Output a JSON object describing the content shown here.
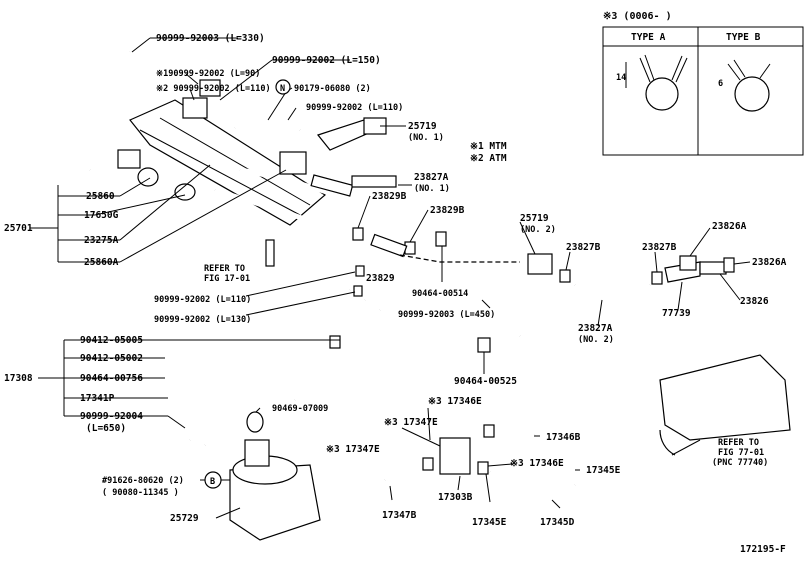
{
  "diagram_id": "172195-F",
  "type_box": {
    "title": "※3 (0006-     )",
    "type_a": "TYPE A",
    "type_b": "TYPE B",
    "dim_a": "14",
    "dim_b": "6"
  },
  "notes": {
    "mtm": "※1 MTM",
    "atm": "※2 ATM"
  },
  "labels": {
    "p_90999_92003_330": "90999-92003 (L=330)",
    "p_90999_92002_150": "90999-92002 (L=150)",
    "p_90999_92002_90": "※190999-92002 (L=90)",
    "p_90999_92002_110a": "※2 90999-92002 (L=110)",
    "p_90179_06080": "90179-06080 (2)",
    "circle_n": "N",
    "p_90999_92002_110b": "90999-92002 (L=110)",
    "p_25719_1": "25719",
    "p_25719_1_sub": "(NO. 1)",
    "p_23827A_1": "23827A",
    "p_23827A_1_sub": "(NO. 1)",
    "p_25860": "25860",
    "p_17650G": "17650G",
    "p_25701": "25701",
    "p_23275A": "23275A",
    "p_25860A": "25860A",
    "p_23829B_a": "23829B",
    "p_23829B_b": "23829B",
    "p_25719_2": "25719",
    "p_25719_2_sub": "(NO. 2)",
    "p_23827B_a": "23827B",
    "p_23827B_b": "23827B",
    "p_23826A": "23826A",
    "p_23826A_r": "23826A",
    "p_23826": "23826",
    "refer_17_01_a": "REFER TO",
    "refer_17_01_b": "FIG 17-01",
    "p_23829": "23829",
    "p_90464_00514": "90464-00514",
    "p_90999_92002_110c": "90999-92002 (L=110)",
    "p_90999_92002_130": "90999-92002 (L=130)",
    "p_90999_92003_450": "90999-92003 (L=450)",
    "p_77739": "77739",
    "p_23827A_2": "23827A",
    "p_23827A_2_sub": "(NO. 2)",
    "p_90412_05005": "90412-05005",
    "p_90412_05002": "90412-05002",
    "p_17308": "17308",
    "p_90464_00756": "90464-00756",
    "p_17341P": "17341P",
    "p_90999_92004": "90999-92004",
    "p_90999_92004_sub": "(L=650)",
    "p_90464_00525": "90464-00525",
    "p_90469_07009": "90469-07009",
    "p_17346E_a": "※3 17346E",
    "p_17347E_a": "※3 17347E",
    "p_17346B": "17346B",
    "p_17347E_b": "※3 17347E",
    "p_17346E_b": "※3 17346E",
    "p_17345E_a": "17345E",
    "p_91626": "#91626-80620 (2)",
    "p_90080": "( 90080-11345 )",
    "circle_b": "B",
    "p_17303B": "17303B",
    "p_25729": "25729",
    "p_17347B": "17347B",
    "p_17345E_b": "17345E",
    "p_17345D": "17345D",
    "refer_77_01_a": "REFER TO",
    "refer_77_01_b": "FIG 77-01",
    "refer_77_01_c": "(PNC 77740)"
  }
}
